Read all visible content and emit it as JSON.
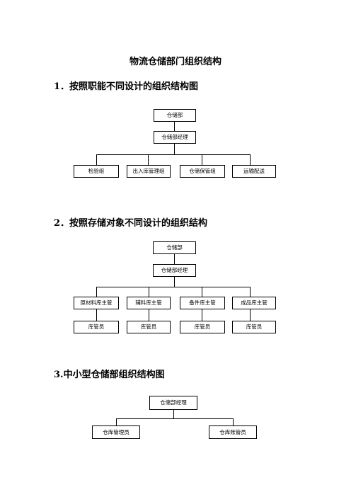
{
  "document": {
    "title": "物流仓储部门组织结构",
    "sections": [
      {
        "heading": "1．按照职能不同设计的组织结构图",
        "top": "仓储部",
        "manager": "仓储部经理",
        "children": [
          "检验组",
          "出入库管理组",
          "仓储保管组",
          "运输配送"
        ]
      },
      {
        "heading": "2．按照存储对象不同设计的组织结构",
        "top": "仓储部",
        "manager": "仓储部经理",
        "children": [
          "原材料库主管",
          "辅料库主管",
          "备件库主管",
          "成品库主管"
        ],
        "grandchildren": [
          "库管员",
          "库管员",
          "库管员",
          "库管员"
        ]
      },
      {
        "heading": "3.中小型仓储部组织结构图",
        "manager": "仓储部经理",
        "children": [
          "仓库管理员",
          "仓库账管员"
        ]
      }
    ]
  }
}
